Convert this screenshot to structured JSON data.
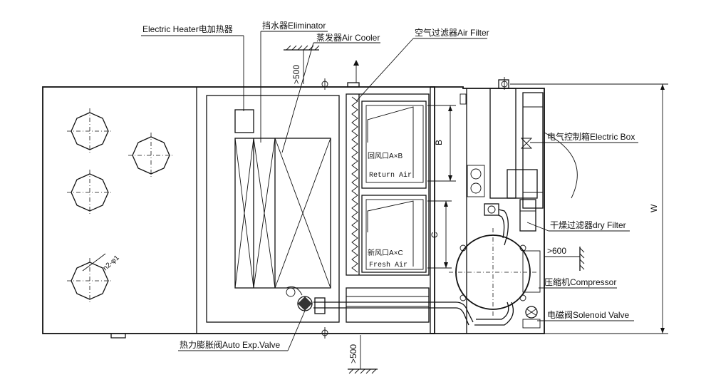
{
  "labels": {
    "electric_heater": "Electric Heater电加热器",
    "eliminator": "挡水器Eliminator",
    "air_cooler": "蒸发器Air Cooler",
    "air_filter": "空气过滤器Air Filter",
    "electric_box": "电气控制箱Electric Box",
    "dry_filter": "干燥过滤器dry Filter",
    "compressor": "压缩机Compressor",
    "solenoid_valve": "电磁阀Solenoid Valve",
    "auto_exp_valve": "热力膨胀阀Auto Exp.Valve",
    "holes": "n2-φ1"
  },
  "dimensions": {
    "top_clearance": ">500",
    "bottom_clearance": ">500",
    "right_clearance": ">600",
    "width": "W",
    "return_height": "B",
    "fresh_height": "C"
  },
  "grilles": {
    "return_code": "回风口A×B",
    "return_name": "Return Air",
    "fresh_code": "新风口A×C",
    "fresh_name": "Fresh Air"
  }
}
